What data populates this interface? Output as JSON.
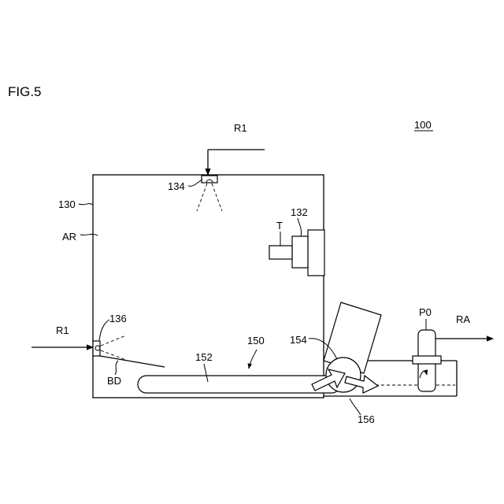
{
  "figure": {
    "title": "FIG.5",
    "ref_main": "100"
  },
  "labels": {
    "room": "130",
    "area": "AR",
    "ceiling_sensor": "134",
    "wall_sensor": "136",
    "unit": "132",
    "target": "T",
    "assembly": "150",
    "channel": "152",
    "fan": "154",
    "duct": "156",
    "pump": "P0",
    "return_air": "RA",
    "inlet_top": "R1",
    "inlet_left": "R1",
    "deflector": "BD"
  }
}
